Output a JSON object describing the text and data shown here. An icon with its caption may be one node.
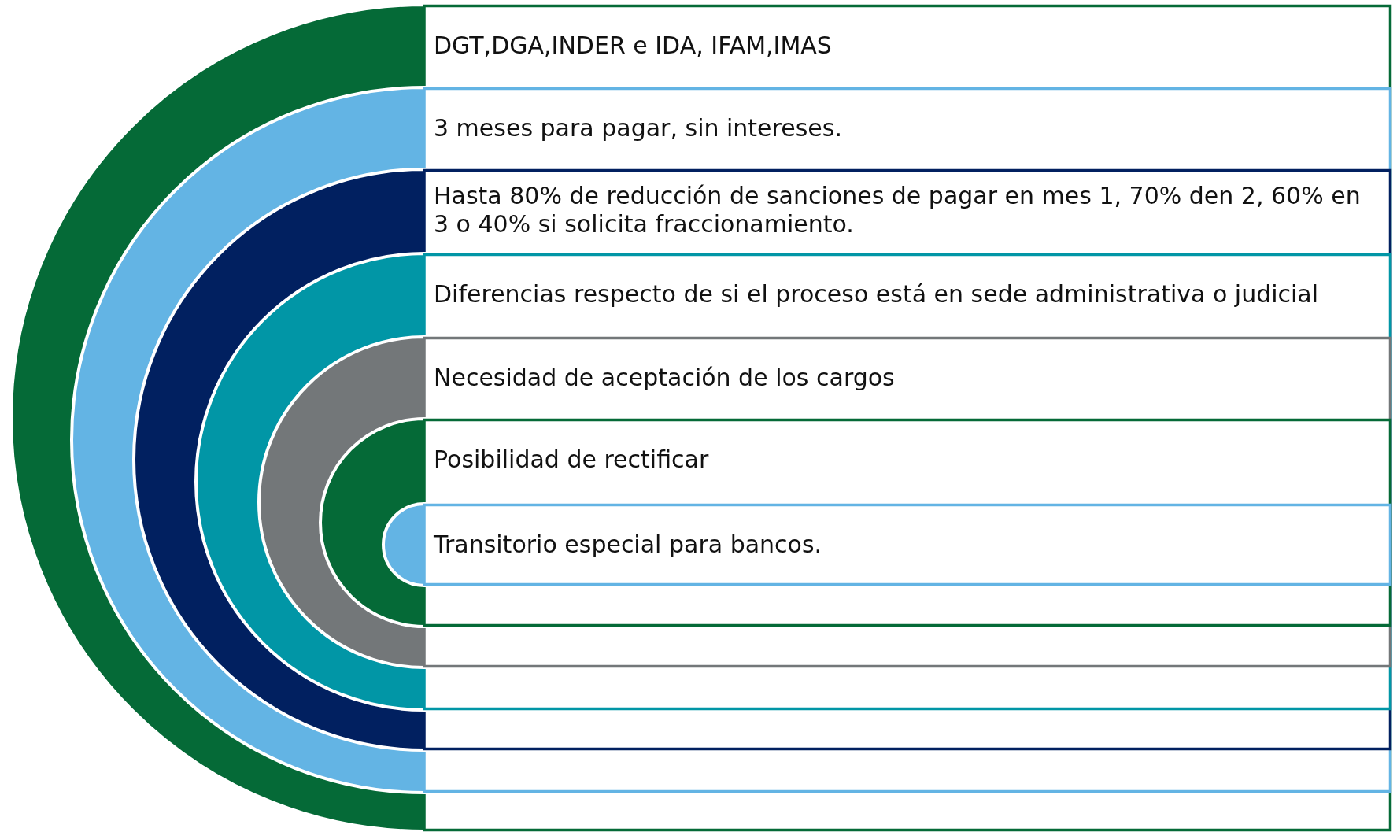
{
  "diagram": {
    "nodes": [
      {
        "text": [
          "DGT,DGA,INDER e IDA, IFAM,IMAS"
        ]
      },
      {
        "text": [
          "3 meses para pagar, sin intereses."
        ],
        "in": 0
      },
      {
        "text": [
          "Hasta 80% de reducción de sanciones de pagar en mes 1, 70% den 2, 60% en 3 o 40% si solicita fraccionamiento."
        ],
        "in": 1
      },
      {
        "text": [
          "Diferencias respecto de si el proceso está en sede administrativa o judicial"
        ],
        "in": 2
      },
      {
        "text": [
          "Necesidad de aceptación de los cargos"
        ],
        "in": 3
      },
      {
        "text": [
          "Posibilidad de rectificar"
        ],
        "in": 4
      },
      {
        "text": [
          "Transitorio especial para bancos."
        ],
        "in": 5
      }
    ]
  }
}
